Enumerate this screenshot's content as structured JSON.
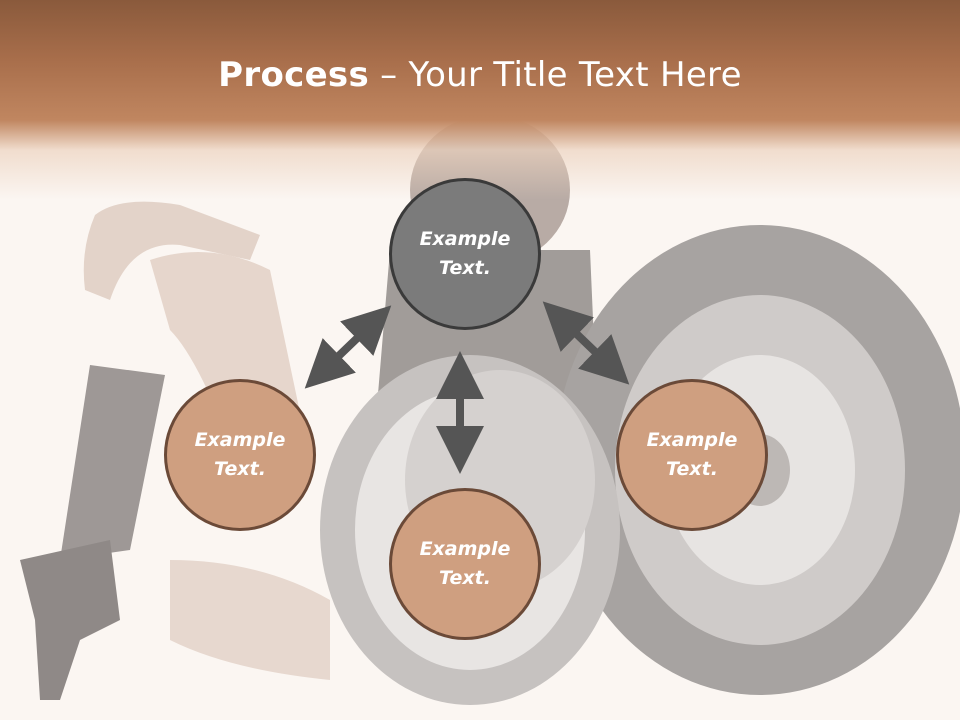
{
  "slide": {
    "title_bold": "Process",
    "title_rest": " – Your Title Text Here"
  },
  "nodes": {
    "top": "Example Text.",
    "left": "Example Text.",
    "right": "Example Text.",
    "bottom": "Example Text."
  },
  "colors": {
    "header": "#a86e4b",
    "center_node": "#7b7b7b",
    "satellite_node": "#cf9f80",
    "arrow": "#555555"
  }
}
